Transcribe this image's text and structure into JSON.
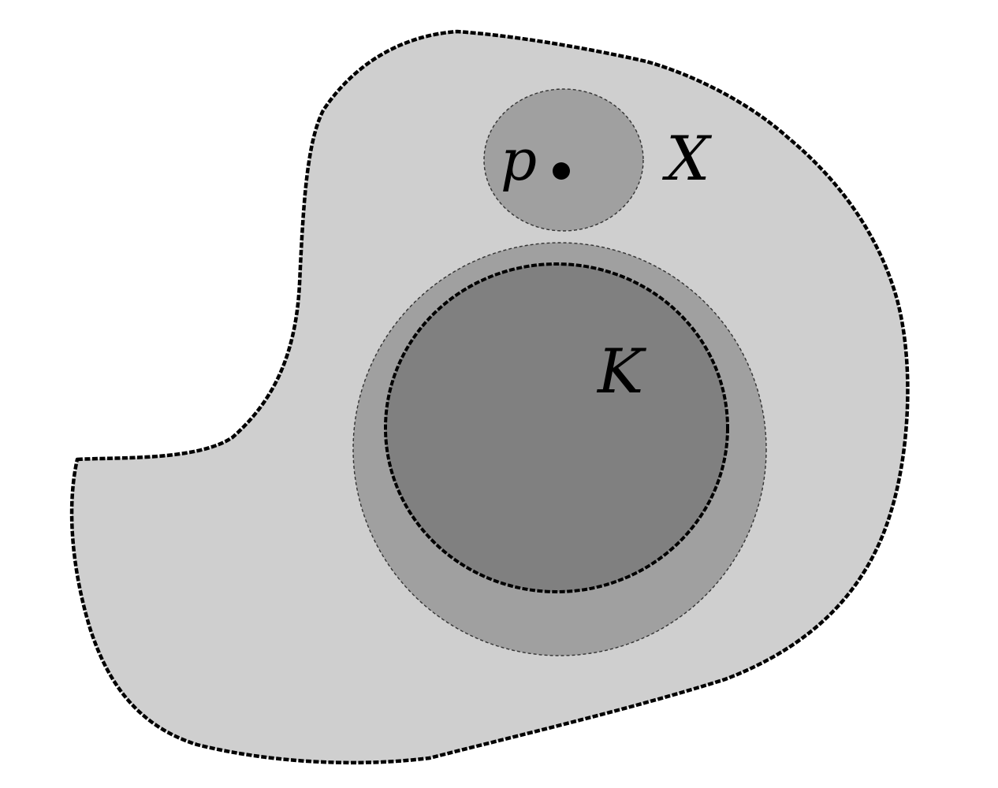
{
  "colors": {
    "background": "#ffffff",
    "region_x_fill": "#cfcfcf",
    "neighborhood_fill": "#a0a0a0",
    "compact_set_fill": "#808080",
    "outline": "#000000"
  },
  "labels": {
    "space": "X",
    "compact_set": "K",
    "point": "p"
  }
}
